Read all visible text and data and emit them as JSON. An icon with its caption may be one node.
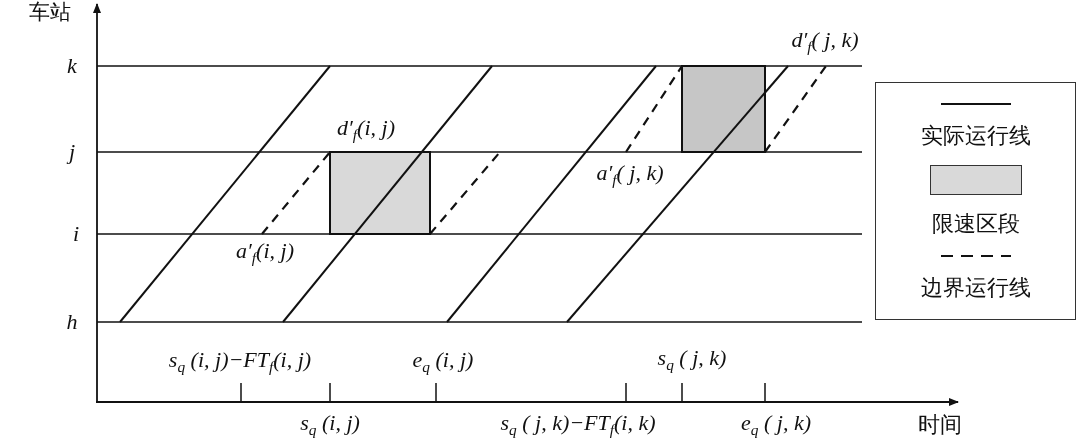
{
  "diagram": {
    "labels": [
      "车站",
      "d′$_{f}$( j, k)",
      "k",
      "d′$_{f}$(i, j)",
      "j",
      "a′$_{f}$( j, k)",
      "i",
      "a′$_{f}$(i, j)",
      "h",
      "s$_{q}$ (i, j)−FT$_{f}$(i, j)",
      "e$_{q}$ (i, j)",
      "s$_{q}$ ( j, k)",
      "s$_{q}$ (i, j)",
      "s$_{q}$ ( j, k)−FT$_{f}$(i, k)",
      "e$_{q}$ ( j, k)",
      "时间"
    ],
    "legend": [
      {
        "text": "实际运行线"
      },
      {
        "text": "限速区段",
        "color": "#d9d9d9"
      },
      {
        "text": "边界运行线"
      }
    ]
  }
}
